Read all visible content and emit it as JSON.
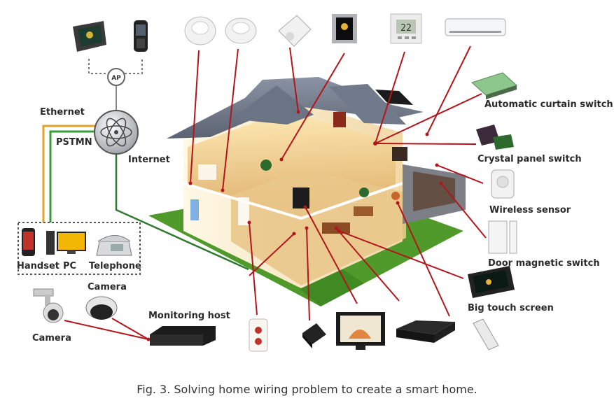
{
  "labels": {
    "ethernet": "Ethernet",
    "pstmn": "PSTMN",
    "internet": "Internet",
    "ap": "AP",
    "handset": "Handset",
    "pc": "PC",
    "telephone": "Telephone",
    "camera_top": "Camera",
    "camera_bottom": "Camera",
    "monitoring_host": "Monitoring host",
    "automatic_curtain_switch": "Automatic curtain switch",
    "crystal_panel_switch": "Crystal panel switch",
    "wireless_sensor": "Wireless sensor",
    "door_magnetic_switch": "Door magnetic switch",
    "big_touch_screen": "Big touch screen",
    "thermostat_reading": "22"
  },
  "caption": "Fig. 3. Solving home wiring problem to create a smart home.",
  "colors": {
    "callout_line": "#b3151c",
    "ethernet_line": "#e3a12a",
    "pstmn_line": "#3a9b3a",
    "internet_line": "#2f7a2f",
    "label_text": "#2b2b2b"
  }
}
